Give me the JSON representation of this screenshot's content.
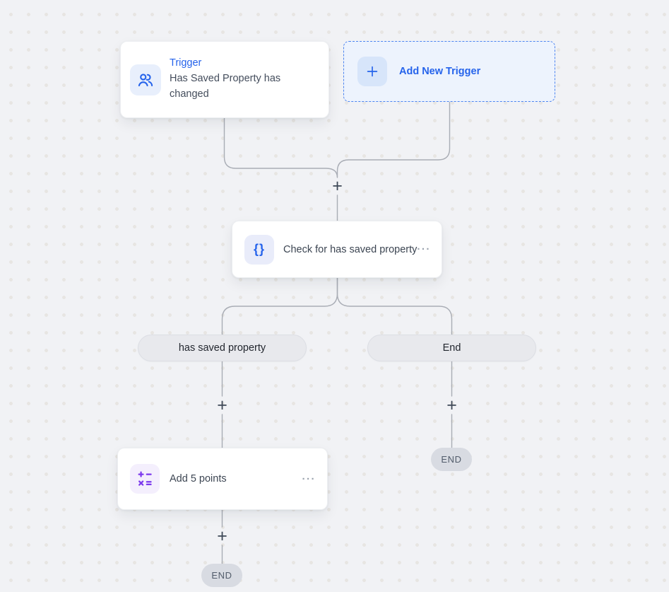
{
  "canvas": {
    "background": "#f1f2f5",
    "dot_color": "#e7e5e2",
    "line_color": "#a9adb5",
    "accent_blue": "#2563eb",
    "accent_purple": "#7c3aed"
  },
  "trigger": {
    "title": "Trigger",
    "subtitle": "Has Saved Property has changed",
    "icon": "contacts-icon"
  },
  "add_new_trigger": {
    "label": "Add New Trigger",
    "icon": "plus-icon"
  },
  "check": {
    "label": "Check for has saved property",
    "icon": "braces-icon",
    "icon_glyph": "{}",
    "menu": "···"
  },
  "branches": {
    "left": {
      "label": "has saved property"
    },
    "right": {
      "label": "End"
    }
  },
  "add_points": {
    "label": "Add 5 points",
    "icon": "math-operations-icon",
    "menu": "···"
  },
  "ends": {
    "right": "END",
    "bottom": "END"
  },
  "connector": {
    "plus": "+"
  }
}
